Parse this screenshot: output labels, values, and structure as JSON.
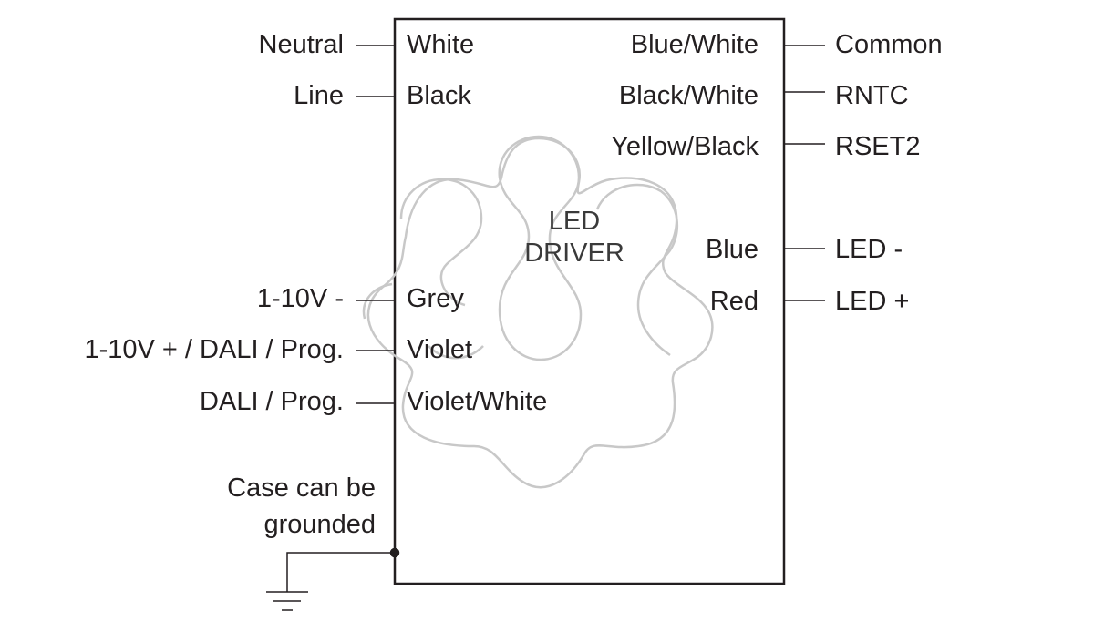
{
  "driver": {
    "title_line1": "LED",
    "title_line2": "DRIVER"
  },
  "left_wires": [
    {
      "color": "White",
      "signal": "Neutral"
    },
    {
      "color": "Black",
      "signal": "Line"
    },
    {
      "color": "Grey",
      "signal": "1-10V -"
    },
    {
      "color": "Violet",
      "signal": "1-10V + / DALI / Prog."
    },
    {
      "color": "Violet/White",
      "signal": "DALI / Prog."
    }
  ],
  "right_wires": [
    {
      "color": "Blue/White",
      "signal": "Common"
    },
    {
      "color": "Black/White",
      "signal": "RNTC"
    },
    {
      "color": "Yellow/Black",
      "signal": "RSET2"
    },
    {
      "color": "Blue",
      "signal": "LED -"
    },
    {
      "color": "Red",
      "signal": "LED +"
    }
  ],
  "ground": {
    "note_line1": "Case can be",
    "note_line2": "grounded",
    "icon": "ground-icon"
  },
  "watermark": {
    "icon": "wavy-flower-watermark"
  }
}
